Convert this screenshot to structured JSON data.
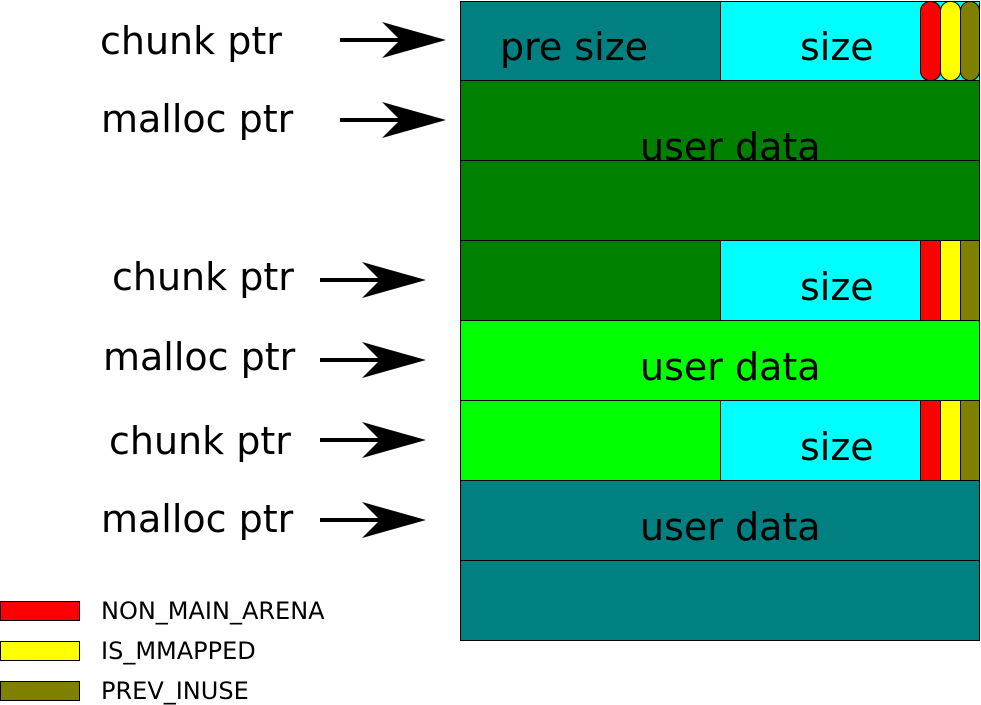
{
  "labels": {
    "chunk_ptr": "chunk ptr",
    "malloc_ptr": "malloc ptr"
  },
  "fields": {
    "pre_size": "pre size",
    "size": "size",
    "user_data": "user data"
  },
  "legend": [
    {
      "label": "NON_MAIN_ARENA",
      "color": "#ff0000"
    },
    {
      "label": "IS_MMAPPED",
      "color": "#ffff00"
    },
    {
      "label": "PREV_INUSE",
      "color": "#808000"
    }
  ],
  "colors": {
    "teal": "#008080",
    "dark_green": "#008000",
    "bright_green": "#00ff00",
    "cyan": "#00ffff"
  }
}
